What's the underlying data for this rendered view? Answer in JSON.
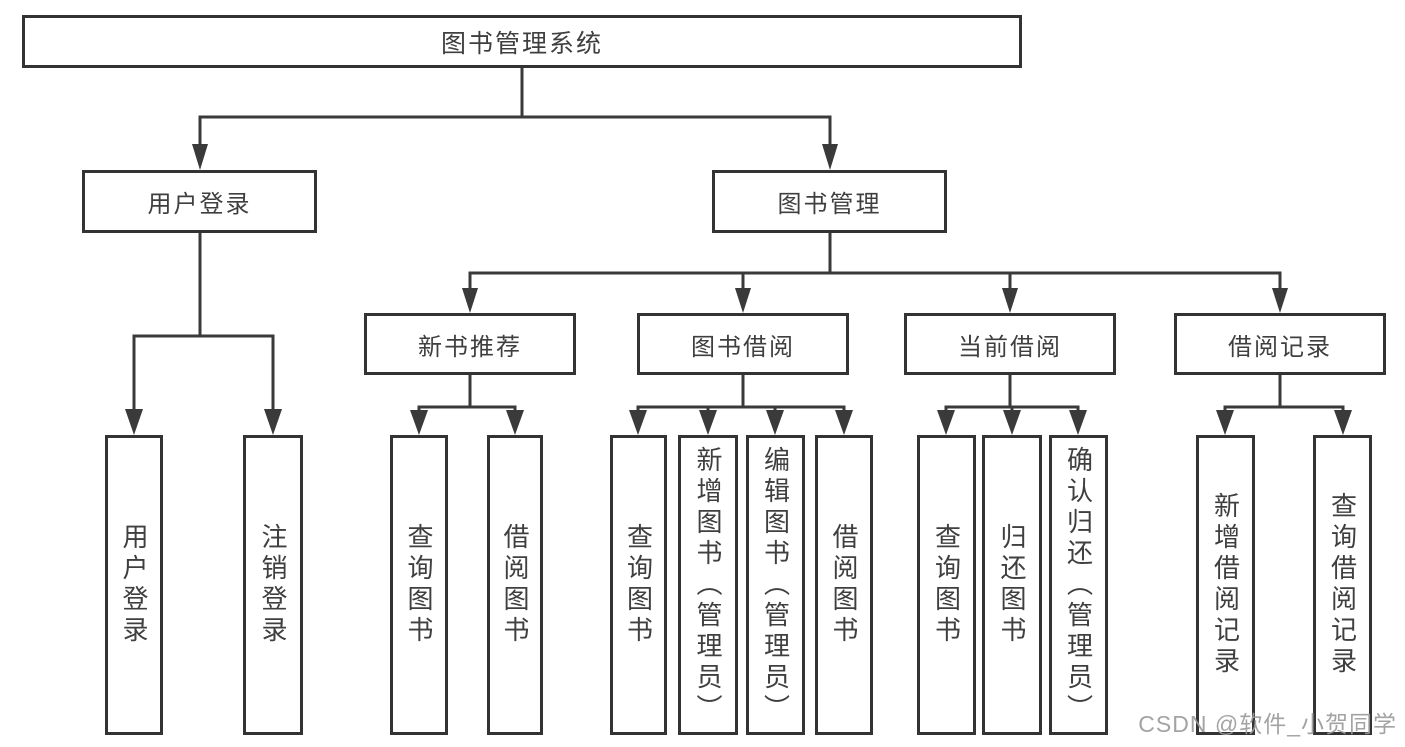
{
  "diagram": {
    "root": "图书管理系统",
    "branches": {
      "user_login": "用户登录",
      "book_mgmt": "图书管理"
    },
    "modules": {
      "new_book": "新书推荐",
      "book_borrow": "图书借阅",
      "current_borrow": "当前借阅",
      "borrow_records": "借阅记录"
    },
    "leaves": {
      "user_login": [
        "用户登录",
        "注销登录"
      ],
      "new_book": [
        "查询图书",
        "借阅图书"
      ],
      "book_borrow": [
        "查询图书",
        "新增图书（管理员）",
        "编辑图书（管理员）",
        "借阅图书"
      ],
      "current_borrow": [
        "查询图书",
        "归还图书",
        "确认归还（管理员）"
      ],
      "borrow_records": [
        "新增借阅记录",
        "查询借阅记录"
      ]
    }
  },
  "watermark": "CSDN @软件_小贺同学",
  "colors": {
    "line": "#3a3a3a",
    "box_border": "#333333",
    "text": "#3f3f3f",
    "watermark": "#9c9c9c",
    "background": "#ffffff"
  }
}
